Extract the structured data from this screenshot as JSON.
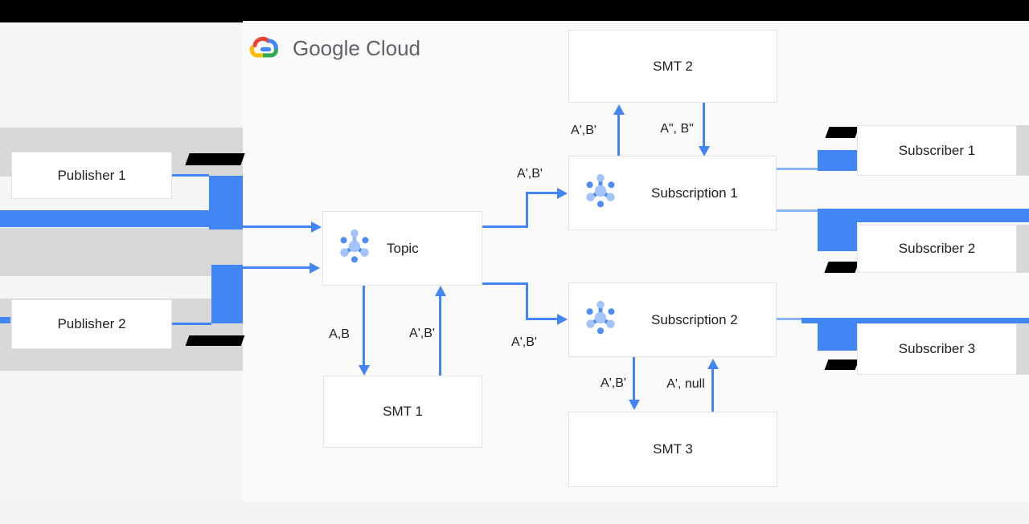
{
  "header": {
    "logo_text": "Google Cloud"
  },
  "nodes": {
    "publisher1": "Publisher 1",
    "publisher2": "Publisher 2",
    "topic": "Topic",
    "smt1": "SMT 1",
    "smt2": "SMT 2",
    "smt3": "SMT 3",
    "subscription1": "Subscription 1",
    "subscription2": "Subscription 2",
    "subscriber1": "Subscriber 1",
    "subscriber2": "Subscriber 2",
    "subscriber3": "Subscriber 3"
  },
  "edge_labels": {
    "topic_to_smt1": "A,B",
    "smt1_to_topic": "A',B'",
    "topic_to_subscription1": "A',B'",
    "topic_to_subscription2": "A',B'",
    "subscription1_to_smt2": "A',B'",
    "smt2_to_subscription1": "A\", B\"",
    "subscription2_to_smt3": "A',B'",
    "smt3_to_subscription2": "A', null"
  },
  "icons": {
    "logo": "google-cloud-logo",
    "topic": "pubsub-topic-icon",
    "subscription1": "pubsub-subscription-icon",
    "subscription2": "pubsub-subscription-icon"
  },
  "colors": {
    "flow_blue": "#4285f4",
    "flow_blue_light": "#8ab4f8",
    "band_gray": "#d8d8d8",
    "bar_black": "#000000",
    "logo_text_gray": "#5f6368",
    "logo_red": "#ea4335",
    "logo_yellow": "#fbbc04",
    "logo_green": "#34a853"
  }
}
